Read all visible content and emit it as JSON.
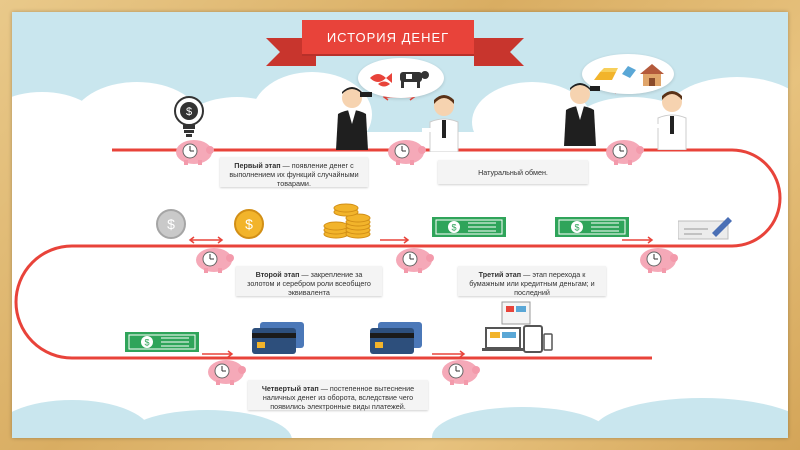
{
  "title": "ИСТОРИЯ ДЕНЕГ",
  "stages": [
    {
      "label": "Первый этап",
      "text": " — появление денег с выполнением их функций случайными товарами."
    },
    {
      "label": "",
      "text": "Натуральный обмен."
    },
    {
      "label": "Второй этап",
      "text": " — закрепление за золотом и серебром роли  всеобщего эквивалента"
    },
    {
      "label": "Третий этап",
      "text": " — этап перехода к бумажным или кредитным деньгам; и последний"
    },
    {
      "label": "Четвертый этап",
      "text": " — постепенное вытеснение наличных денег из оборота, вследствие чего появились электронные виды платежей."
    }
  ],
  "icons": [
    "lightbulb-dollar-icon",
    "fish-cattle-icon",
    "gold-house-icon",
    "silver-coin-icon",
    "gold-coin-icon",
    "coin-stack-icon",
    "banknote-icon",
    "cheque-icon",
    "credit-card-icon",
    "devices-icon",
    "piggy-bank-icon",
    "clock-icon",
    "businessman-icon"
  ],
  "colors": {
    "path": "#e8433a",
    "banner": "#e8433a",
    "sky": "#c9e6ee",
    "frame": "#d9ad62",
    "note_bg": "#f4f4f4"
  }
}
